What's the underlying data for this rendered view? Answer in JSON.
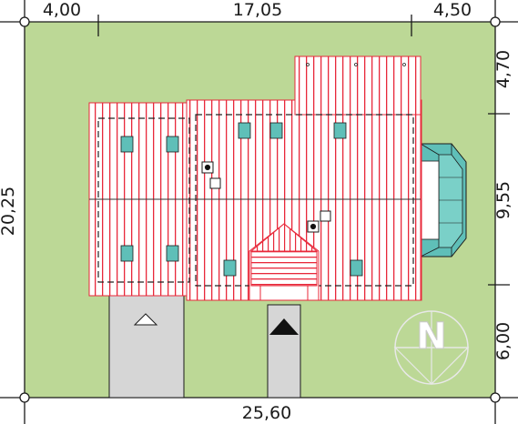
{
  "dimensions": {
    "top": [
      "4,00",
      "17,05",
      "4,50"
    ],
    "bottom": "25,60",
    "left": "20,25",
    "right": [
      "4,70",
      "9,55",
      "6,00"
    ]
  },
  "compass": {
    "letter": "N"
  },
  "colors": {
    "lawn": "#bcd896",
    "roof": "#e8283a",
    "window": "#5fbfb8",
    "driveway": "#d6d6d6",
    "ink": "#1a1a1a"
  }
}
